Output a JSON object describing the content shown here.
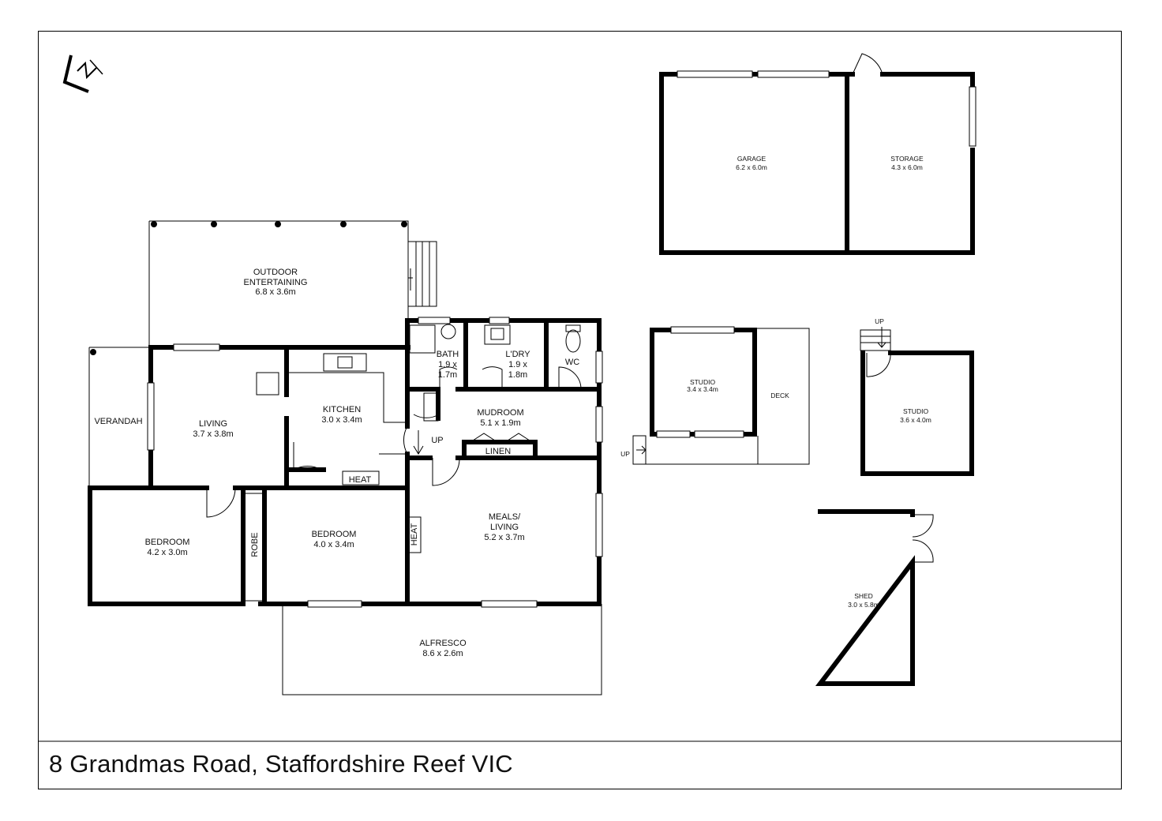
{
  "address": "8 Grandmas Road, Staffordshire Reef VIC",
  "compass": {
    "icon": "north-arrow-icon"
  },
  "rooms": {
    "outdoor_entertaining": {
      "name1": "OUTDOOR",
      "name2": "ENTERTAINING",
      "size": "6.8 x 3.6m"
    },
    "verandah": {
      "name": "VERANDAH"
    },
    "living": {
      "name": "LIVING",
      "size": "3.7 x 3.8m"
    },
    "kitchen": {
      "name": "KITCHEN",
      "size": "3.0 x 3.4m"
    },
    "bath": {
      "name": "BATH",
      "size1": "1.9 x",
      "size2": "1.7m"
    },
    "laundry": {
      "name": "L'DRY",
      "size1": "1.9 x",
      "size2": "1.8m"
    },
    "wc": {
      "name": "WC"
    },
    "mudroom": {
      "name": "MUDROOM",
      "size": "5.1 x 1.9m"
    },
    "linen": {
      "name": "LINEN"
    },
    "up_mudroom": {
      "name": "UP"
    },
    "heat_bedroom": {
      "name": "HEAT"
    },
    "heat_meals": {
      "name": "HEAT"
    },
    "bedroom1": {
      "name": "BEDROOM",
      "size": "4.2 x 3.0m"
    },
    "robe": {
      "name": "ROBE"
    },
    "bedroom2": {
      "name": "BEDROOM",
      "size": "4.0 x 3.4m"
    },
    "meals_living": {
      "name1": "MEALS/",
      "name2": "LIVING",
      "size": "5.2 x 3.7m"
    },
    "alfresco": {
      "name": "ALFRESCO",
      "size": "8.6 x 2.6m"
    },
    "garage": {
      "name": "GARAGE",
      "size": "6.2 x 6.0m"
    },
    "storage": {
      "name": "STORAGE",
      "size": "4.3 x 6.0m"
    },
    "studio1": {
      "name": "STUDIO",
      "size": "3.4 x 3.4m"
    },
    "deck": {
      "name": "DECK"
    },
    "up_studio1": {
      "name": "UP"
    },
    "studio2": {
      "name": "STUDIO",
      "size": "3.6 x 4.0m"
    },
    "up_studio2": {
      "name": "UP"
    },
    "shed": {
      "name": "SHED",
      "size": "3.0 x 5.8m"
    }
  }
}
